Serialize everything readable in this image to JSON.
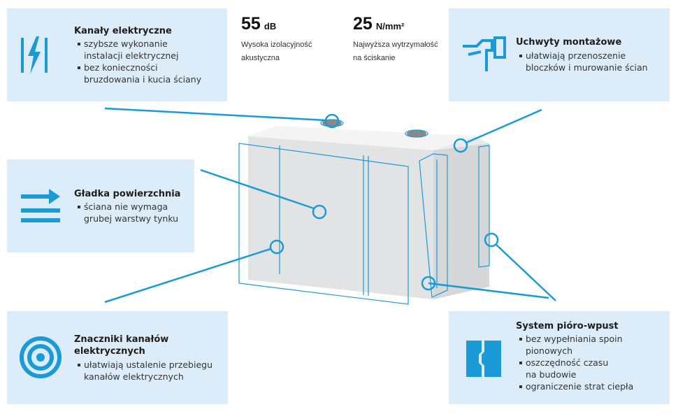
{
  "colors": {
    "accent": "#1a9ad6",
    "panel": "#dcedf9"
  },
  "features": [
    {
      "title": "Kanały elektryczne",
      "icon": "electric-channel-icon",
      "items": [
        [
          "szybsze wykonanie",
          "instalacji elektrycznej"
        ],
        [
          "bez konieczności",
          "bruzdowania i kucia ściany"
        ]
      ]
    },
    {
      "title": "Uchwyty montażowe",
      "icon": "hand-grip-icon",
      "items": [
        [
          "ułatwiają przenoszenie",
          "bloczków i murowanie ścian"
        ]
      ]
    },
    {
      "title": "Gładka powierzchnia",
      "icon": "smooth-surface-arrow-icon",
      "items": [
        [
          "ściana nie wymaga",
          "grubej warstwy tynku"
        ]
      ]
    },
    {
      "title": "Znaczniki kanałów",
      "title2": "elektrycznych",
      "icon": "target-marker-icon",
      "items": [
        [
          "ułatwiają ustalenie przebiegu",
          "kanałów elektrycznych"
        ]
      ]
    },
    {
      "title": "System pióro-wpust",
      "icon": "tongue-groove-icon",
      "items": [
        [
          "bez wypełniania spoin",
          "pionowych"
        ],
        [
          "oszczędność czasu",
          "na budowie"
        ],
        [
          "ograniczenie strat ciepła"
        ]
      ]
    }
  ],
  "stats": [
    {
      "value": "55",
      "unit": "dB",
      "desc": [
        "Wysoka izolacyjność",
        "akustyczna"
      ]
    },
    {
      "value": "25",
      "unit": "N/mm²",
      "desc": [
        "Najwyższa wytrzymałość",
        "na ściskanie"
      ]
    }
  ]
}
